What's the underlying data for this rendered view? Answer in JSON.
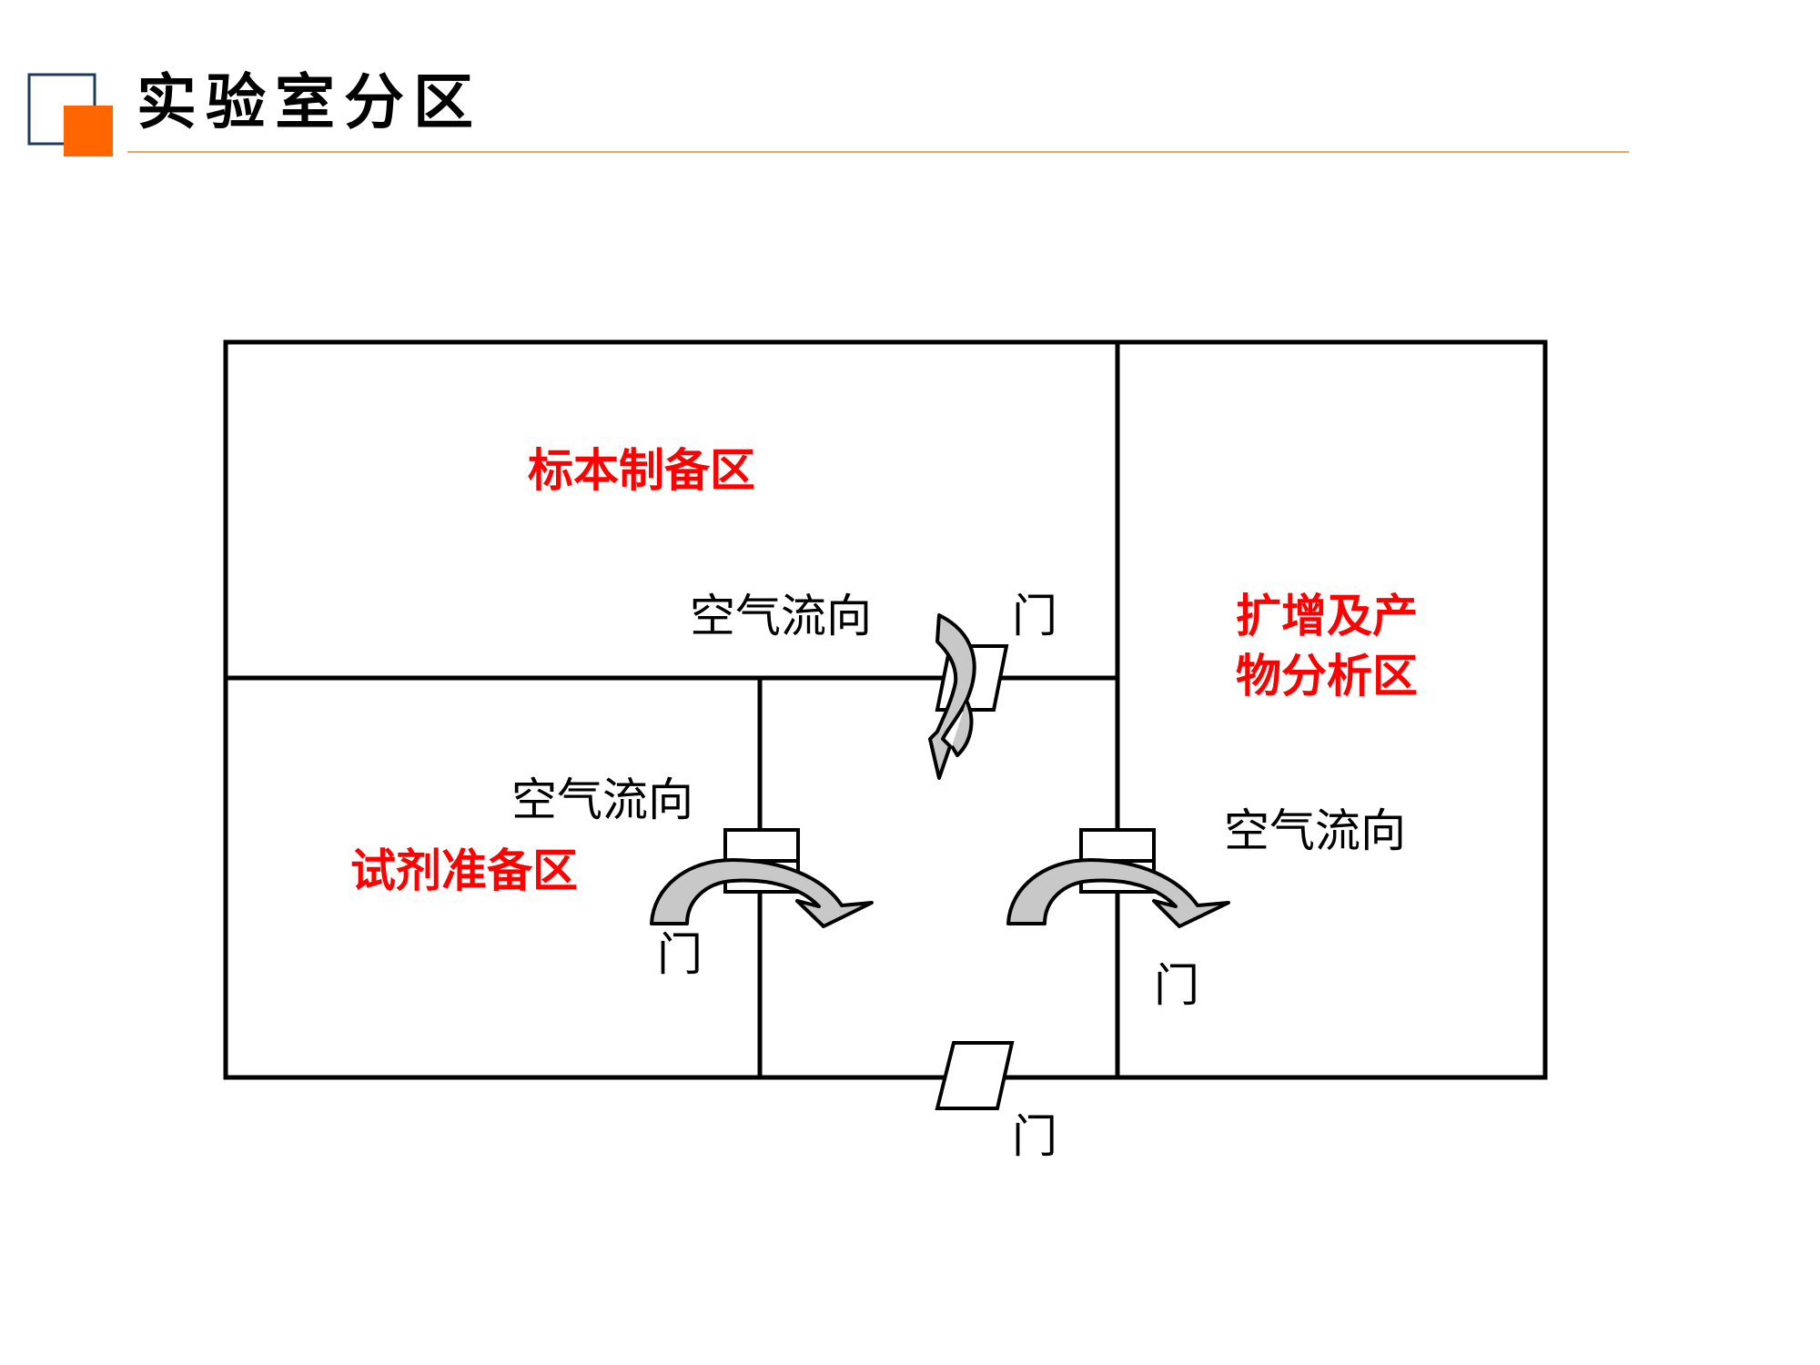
{
  "slide": {
    "title": "实验室分区",
    "accent_color": "#ff6600",
    "rule_color": "#e8a663"
  },
  "zones": {
    "specimen_prep": "标本制备区",
    "amplification_line1": "扩增及产",
    "amplification_line2": "物分析区",
    "reagent_prep": "试剂准备区",
    "zone_label_color": "#ff0000"
  },
  "airflow": {
    "label": "空气流向",
    "arrow_color": "#c8c8c8"
  },
  "doors": {
    "label": "门"
  }
}
